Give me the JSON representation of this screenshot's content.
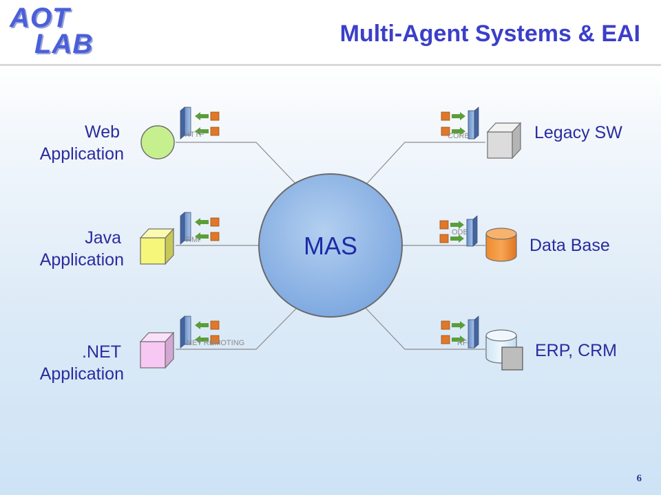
{
  "header": {
    "logo_line1": "AOT",
    "logo_line2": "LAB",
    "title": "Multi-Agent Systems & EAI"
  },
  "center": {
    "label": "MAS"
  },
  "left_apps": [
    {
      "label_line1": "Web",
      "label_line2": "Application",
      "protocol": "HTTP",
      "icon": "green-circle"
    },
    {
      "label_line1": "Java",
      "label_line2": "Application",
      "protocol": "RMI",
      "icon": "yellow-cube"
    },
    {
      "label_line1": ".NET",
      "label_line2": "Application",
      "protocol": ".NET REMOTING",
      "icon": "pink-cube"
    }
  ],
  "right_apps": [
    {
      "label": "Legacy SW",
      "protocol": "CORBA",
      "icon": "gray-cube"
    },
    {
      "label": "Data Base",
      "protocol": "ODBC",
      "icon": "orange-cylinder"
    },
    {
      "label": "ERP, CRM",
      "protocol": "RFC",
      "icon": "cylinder-with-box"
    }
  ],
  "footer": {
    "page_number": "6"
  },
  "colors": {
    "title": "#3b3fc9",
    "mas_fill": "#8fb5e6",
    "adapter_green": "#5a9e3a",
    "adapter_orange": "#e0782a"
  }
}
